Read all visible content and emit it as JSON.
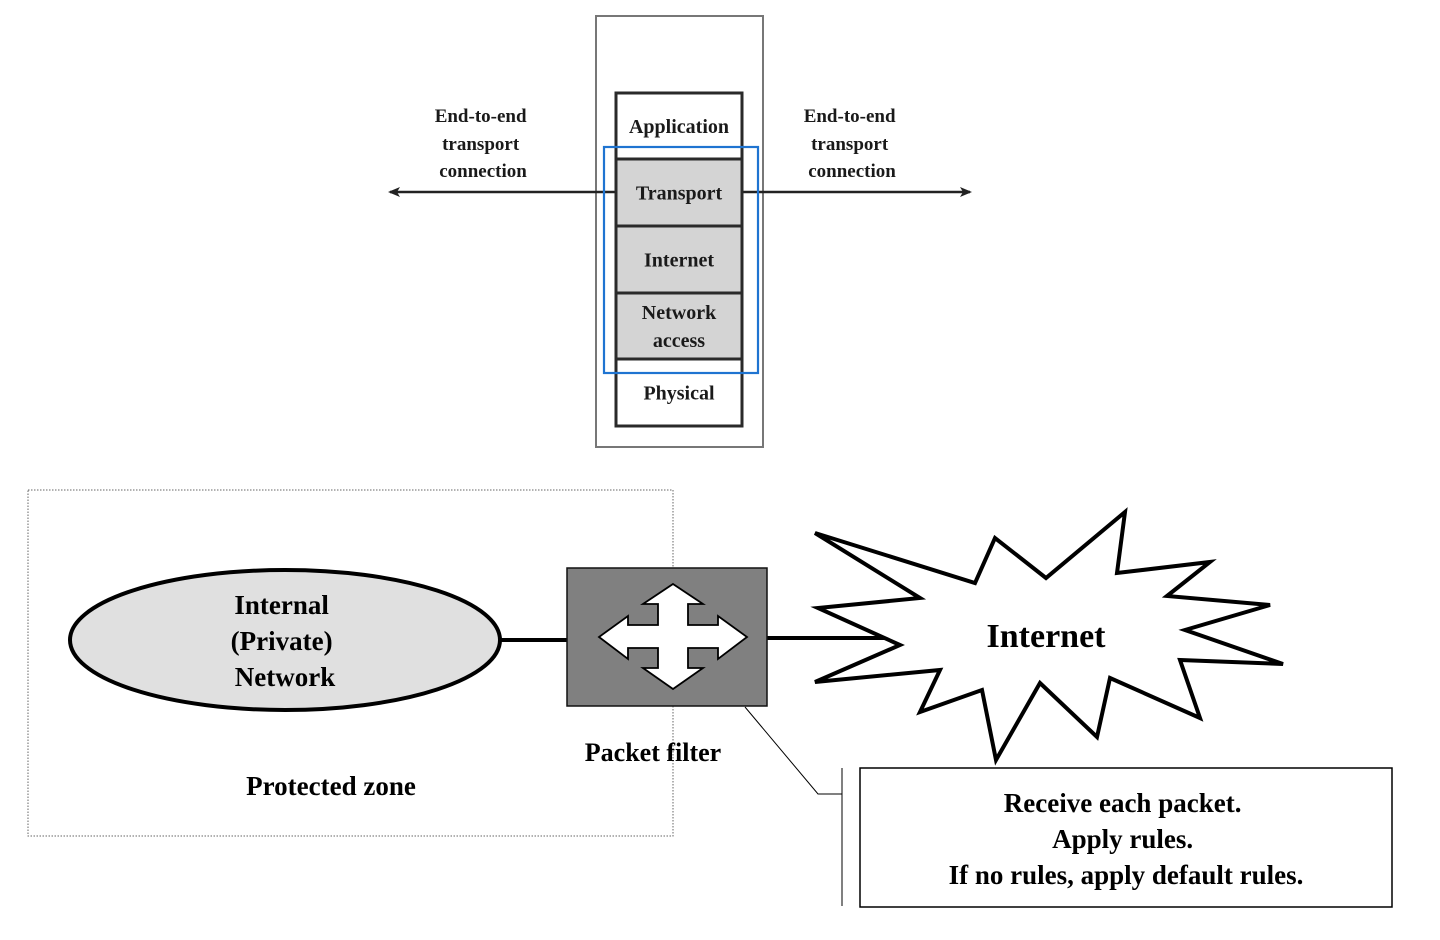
{
  "tcp_ip_stack": {
    "left_label": [
      "End-to-end",
      "transport",
      "connection"
    ],
    "right_label": [
      "End-to-end",
      "transport",
      "connection"
    ],
    "layers": [
      {
        "name": "Application",
        "lines": [
          "Application"
        ],
        "highlighted": false
      },
      {
        "name": "Transport",
        "lines": [
          "Transport"
        ],
        "highlighted": true
      },
      {
        "name": "Internet",
        "lines": [
          "Internet"
        ],
        "highlighted": true
      },
      {
        "name": "Network access",
        "lines": [
          "Network",
          "access"
        ],
        "highlighted": true
      },
      {
        "name": "Physical",
        "lines": [
          "Physical"
        ],
        "highlighted": false
      }
    ],
    "highlight_color": "#1f74d1",
    "layer_fill_highlighted": "#d4d4d4",
    "layer_fill_plain": "#ffffff"
  },
  "packet_filter_diagram": {
    "internal_network": [
      "Internal",
      "(Private)",
      "Network"
    ],
    "protected_zone_label": "Protected zone",
    "packet_filter_label": "Packet filter",
    "internet_label": "Internet",
    "rules_callout": [
      "Receive each packet.",
      "Apply rules.",
      "If no rules, apply default rules."
    ],
    "colors": {
      "ellipse_fill": "#e0e0e0",
      "filter_fill": "#808080"
    }
  }
}
